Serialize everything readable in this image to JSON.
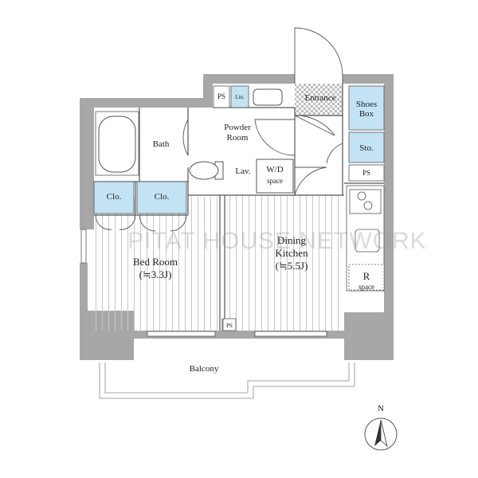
{
  "rooms": {
    "ps_top": "PS",
    "lin": "Lin.",
    "entrance": "Entrance",
    "shoes_box_line1": "Shoes",
    "shoes_box_line2": "Box",
    "sto": "Sto.",
    "ps_right": "PS",
    "bath": "Bath",
    "powder_room_line1": "Powder",
    "powder_room_line2": "Room",
    "lav": "Lav.",
    "wd_line1": "W/D",
    "wd_line2": "space",
    "clo_left": "Clo.",
    "clo_right": "Clo.",
    "bedroom_line1": "Bed Room",
    "bedroom_line2": "(≒3.3J)",
    "dining_line1": "Dining",
    "dining_line2": "Kitchen",
    "dining_line3": "(≒5.5J)",
    "r_line1": "R",
    "r_line2": "space",
    "ps_bottom": "PS",
    "balcony": "Balcony"
  },
  "compass": {
    "label": "N"
  },
  "watermark": "PITAT HOUSE NETWORK",
  "colors": {
    "wall": "#a7a7a7",
    "storage": "#c3e3f4",
    "floor_stripe": "#c8c8c8",
    "line": "#555555"
  }
}
